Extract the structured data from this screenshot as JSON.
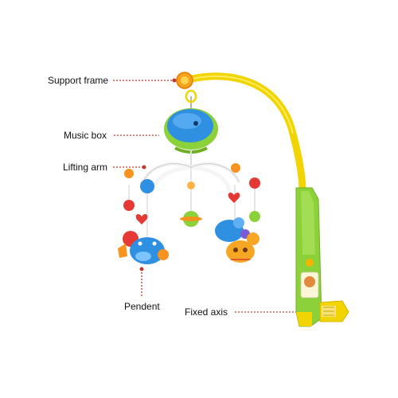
{
  "labels": {
    "support_frame": "Support frame",
    "music_box": "Music box",
    "lifting_arm": "Lifting arm",
    "pendent": "Pendent",
    "fixed_axis": "Fixed axis"
  },
  "colors": {
    "leader_line": "#c0392b",
    "arm_yellow": "#f2d400",
    "clamp_green": "#8bd13a",
    "music_box_blue": "#2f8fe0"
  }
}
